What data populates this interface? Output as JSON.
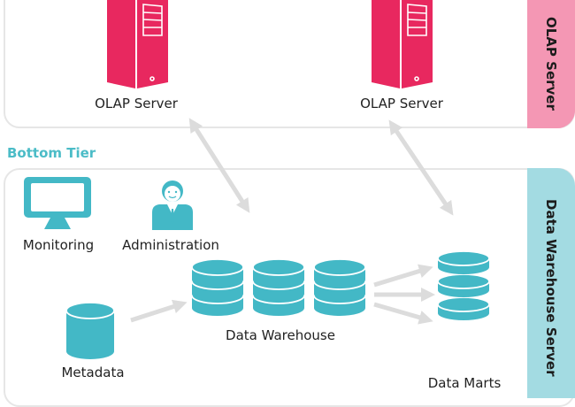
{
  "top_section": {
    "side_label": "OLAP Server",
    "servers": [
      {
        "label": "OLAP Server",
        "icon": "server-tower-icon"
      },
      {
        "label": "OLAP Server",
        "icon": "server-tower-icon"
      }
    ]
  },
  "bottom_section": {
    "tier_label": "Bottom Tier",
    "side_label": "Data Warehouse Server",
    "items": {
      "monitoring": {
        "label": "Monitoring",
        "icon": "monitor-icon"
      },
      "administration": {
        "label": "Administration",
        "icon": "administrator-icon"
      },
      "metadata": {
        "label": "Metadata",
        "icon": "database-icon"
      },
      "data_warehouse": {
        "label": "Data Warehouse",
        "icon": "database-stack-icon"
      },
      "data_marts": {
        "label": "Data Marts",
        "icon": "data-marts-icon"
      }
    }
  },
  "colors": {
    "server_pink": "#e8285f",
    "olap_tab": "#f497b4",
    "teal": "#43b8c6",
    "dw_tab": "#a3dbe2",
    "tier_label": "#4bbcc7",
    "arrow_gray": "#dcdcdc",
    "panel_border": "#e6e6e6"
  }
}
